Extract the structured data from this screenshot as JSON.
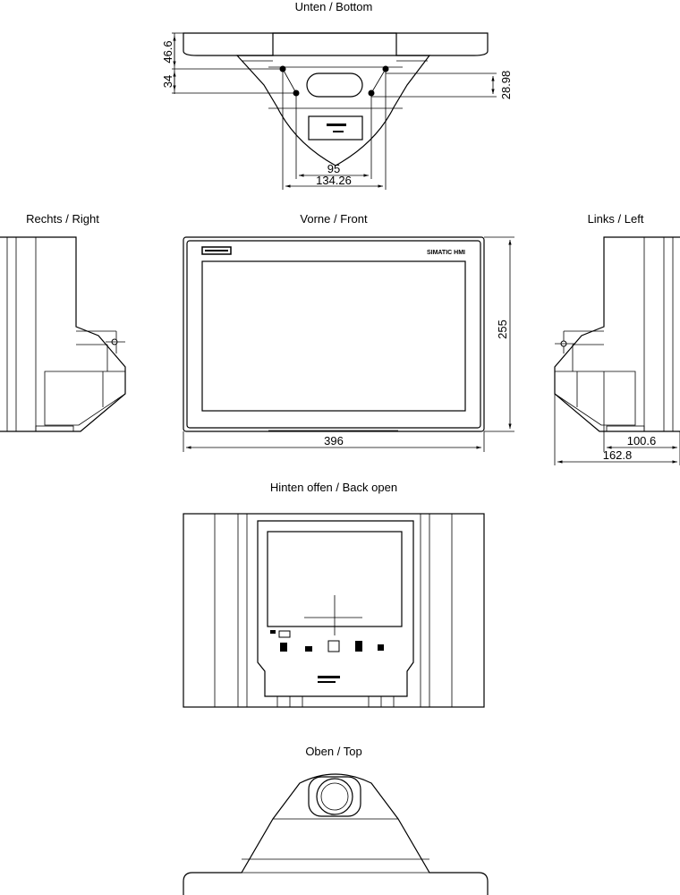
{
  "views": {
    "bottom": {
      "title": "Unten / Bottom"
    },
    "right": {
      "title": "Rechts / Right"
    },
    "front": {
      "title": "Vorne / Front",
      "brand": "SIMATIC HMI"
    },
    "left": {
      "title": "Links / Left"
    },
    "back": {
      "title": "Hinten offen / Back open"
    },
    "top": {
      "title": "Oben / Top"
    }
  },
  "dimensions": {
    "bottom_depth_upper": "46.6",
    "bottom_depth_lower": "34",
    "bottom_bracket_height": "28.98",
    "bottom_hole_spacing": "95",
    "bottom_bracket_width": "134.26",
    "front_height": "255",
    "front_width": "396",
    "side_depth_inner": "100.6",
    "side_depth_total": "162.8"
  }
}
